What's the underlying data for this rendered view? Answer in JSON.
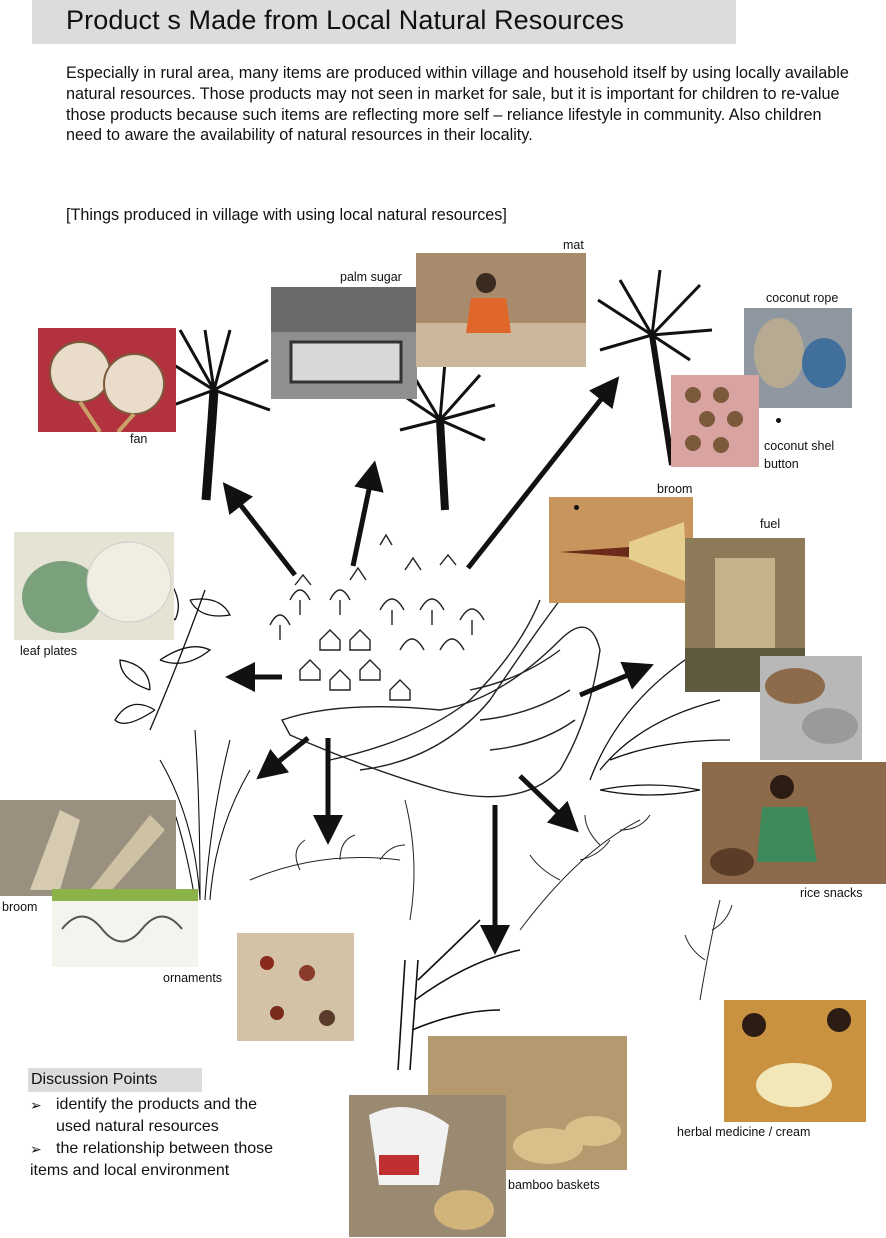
{
  "header": {
    "title": "Product s Made from Local Natural Resources"
  },
  "intro": {
    "paragraph": "Especially in rural area, many items are produced within village and household itself by using locally available natural resources. Those products may not seen in market for sale, but it is important for children to re-value those products because such items are reflecting more self – reliance lifestyle in community. Also children need to aware the availability of natural resources in their locality.",
    "subheading": "[Things produced in village with using local natural resources]"
  },
  "labels": {
    "mat": "mat",
    "palm_sugar": "palm sugar",
    "coconut_rope": "coconut rope",
    "fan": "fan",
    "coconut_shell_button_line1": "coconut shel",
    "coconut_shell_button_line2": "button",
    "broom_top": "broom",
    "fuel": "fuel",
    "leaf_plates": "leaf plates",
    "rice_snacks": "rice snacks",
    "broom_left": "broom",
    "ornaments": "ornaments",
    "herbal_medicine": "herbal medicine / cream",
    "bamboo_baskets": "bamboo baskets"
  },
  "discussion": {
    "heading": "Discussion Points",
    "points": [
      {
        "line1": "identify the products and the",
        "line2": "used natural resources"
      },
      {
        "line1": "the relationship between those",
        "line2": "items and local environment"
      }
    ]
  },
  "colors": {
    "title_bar": "#dcdcdc",
    "photo_fan": "#b2333f",
    "photo_palm_sugar": "#8f8f8f",
    "photo_mat": "#a88a6c",
    "photo_coconut_rope": "#8f98a0",
    "photo_buttons": "#d8a3a0",
    "photo_broom": "#c8965c",
    "photo_fuel": "#8d7a58",
    "photo_leaf_plates": "#7aa07c",
    "photo_bowls": "#b8b8b8",
    "photo_rice_snacks": "#8c6a4a",
    "photo_broom_left": "#9a9080",
    "photo_ornaments": "#d4c2a6",
    "photo_herbal": "#c89240",
    "photo_baskets": "#b49a6e"
  }
}
